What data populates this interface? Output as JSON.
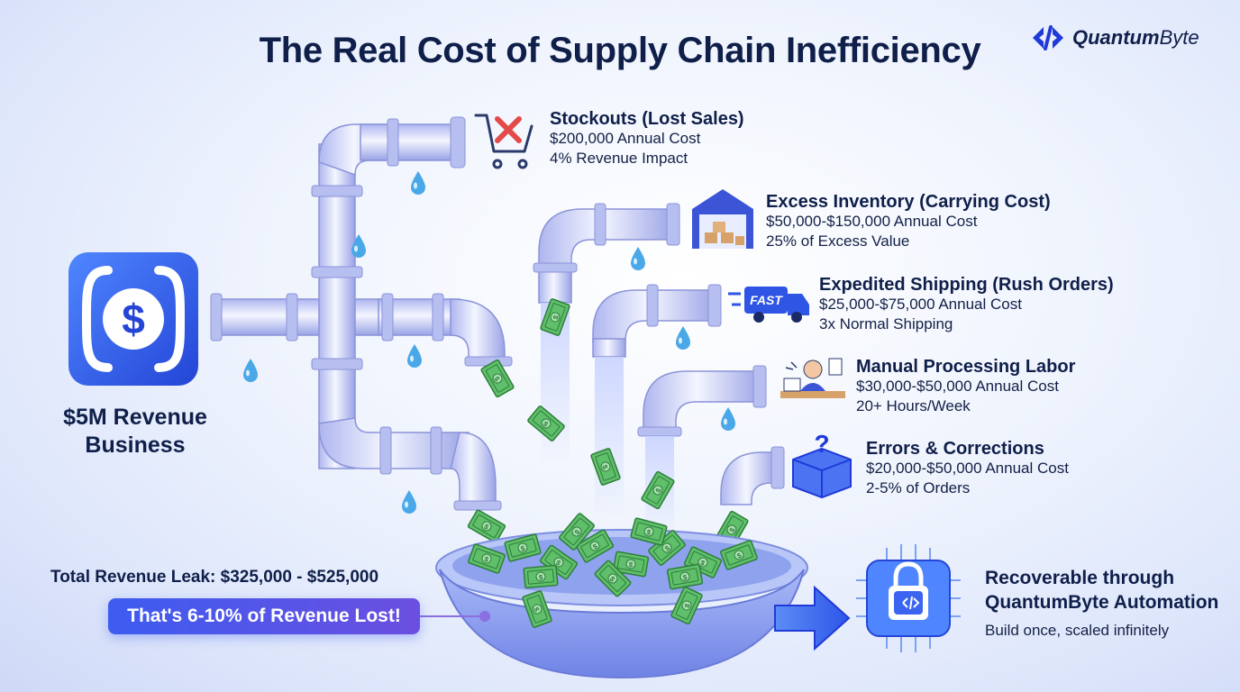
{
  "title": "The Real Cost of Supply Chain Inefficiency",
  "brand": {
    "name_part1": "Quantum",
    "name_part2": "Byte",
    "icon": "quantumbyte-logo-icon"
  },
  "business": {
    "label_line1": "$5M Revenue",
    "label_line2": "Business",
    "icon": "dollar-bracket-icon"
  },
  "costs": [
    {
      "title": "Stockouts (Lost Sales)",
      "line1": "$200,000 Annual Cost",
      "line2": "4% Revenue Impact",
      "icon": "cart-x-icon"
    },
    {
      "title": "Excess Inventory (Carrying Cost)",
      "line1": "$50,000-$150,000 Annual Cost",
      "line2": "25% of Excess Value",
      "icon": "warehouse-icon"
    },
    {
      "title": "Expedited Shipping (Rush Orders)",
      "line1": "$25,000-$75,000 Annual Cost",
      "line2": "3x Normal Shipping",
      "icon": "fast-truck-icon",
      "icon_text": "FAST"
    },
    {
      "title": "Manual Processing Labor",
      "line1": "$30,000-$50,000 Annual Cost",
      "line2": "20+ Hours/Week",
      "icon": "stressed-worker-icon"
    },
    {
      "title": "Errors & Corrections",
      "line1": "$20,000-$50,000 Annual Cost",
      "line2": "2-5% of Orders",
      "icon": "question-box-icon"
    }
  ],
  "total": "Total Revenue Leak: $325,000 - $525,000",
  "percent_lost": "That's 6-10% of Revenue Lost!",
  "recover": {
    "line1": "Recoverable through",
    "line2": "QuantumByte Automation",
    "sub": "Build once, scaled infinitely",
    "icon": "lock-chip-icon"
  },
  "colors": {
    "title": "#0f1f4a",
    "accent": "#3d5cf0",
    "pipe": "#c9cff6",
    "water": "#4aa8e8",
    "money": "#5fbf6a"
  }
}
